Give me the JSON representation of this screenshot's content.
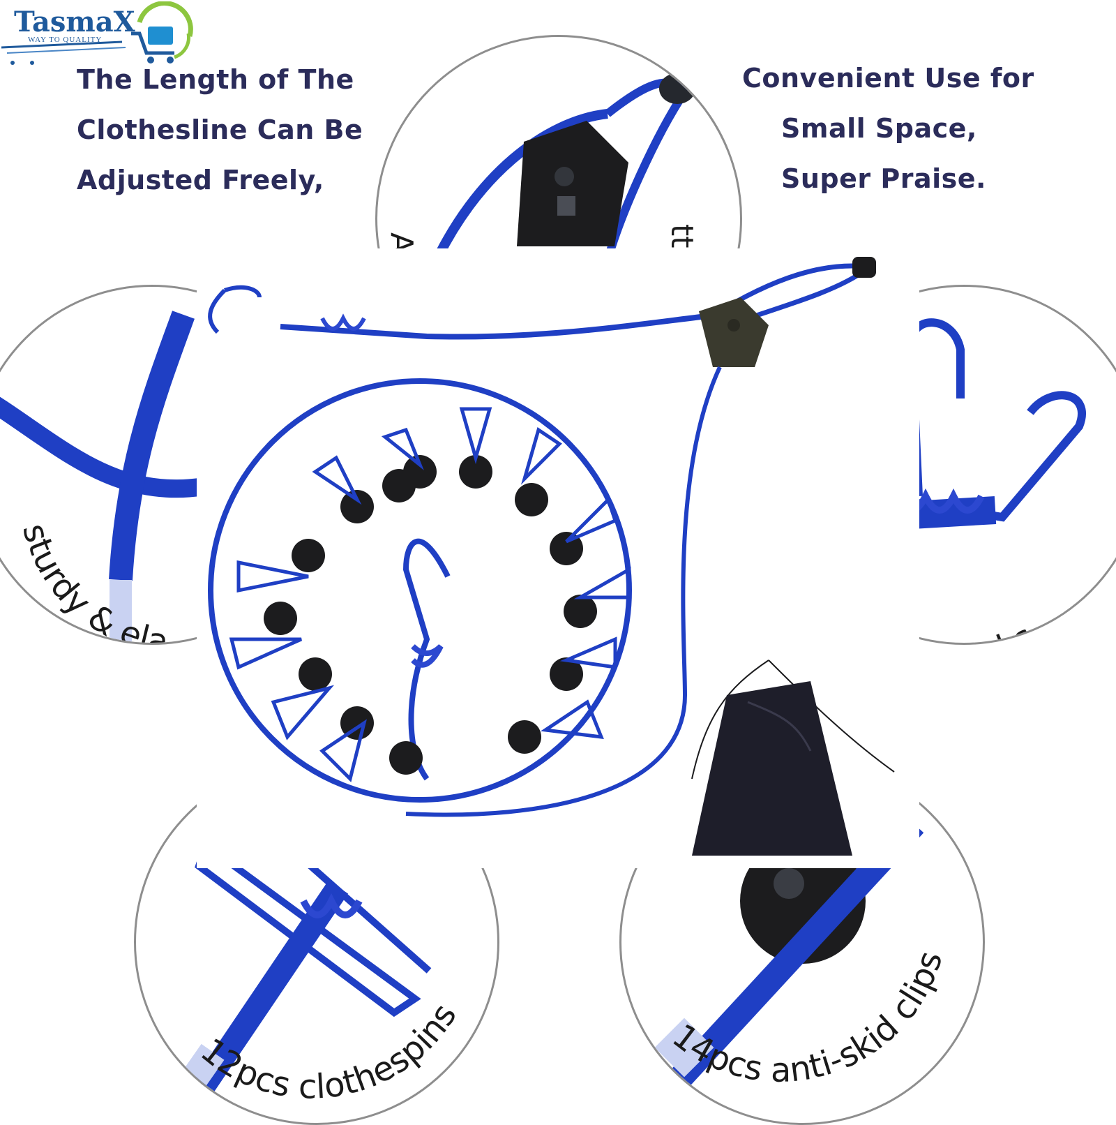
{
  "brand": {
    "name": "TasmaX",
    "tagline": "WAY TO QUALITY",
    "colors": {
      "primary": "#1f5a9c",
      "accent": "#8dc63f"
    }
  },
  "headline_left": {
    "line1": "The Length of The",
    "line2": "Clothesline Can Be",
    "line3": "Adjusted Freely,"
  },
  "headline_right": {
    "line1": "Convenient Use for",
    "line2": "Small Space,",
    "line3": "Super Praise."
  },
  "callouts": {
    "top_left_fragment": "Adj",
    "top_right_fragment": "tton",
    "left": "sturdy & ela",
    "right": "pcs hooks",
    "bottom_left": "12pcs clothespins",
    "bottom_right": "14pcs anti-skid clips"
  },
  "colors": {
    "cord_blue": "#1f3fc4",
    "text_dark": "#2b2c5a",
    "circle_border": "#8e8e8e",
    "button_black": "#1c1c1e"
  }
}
